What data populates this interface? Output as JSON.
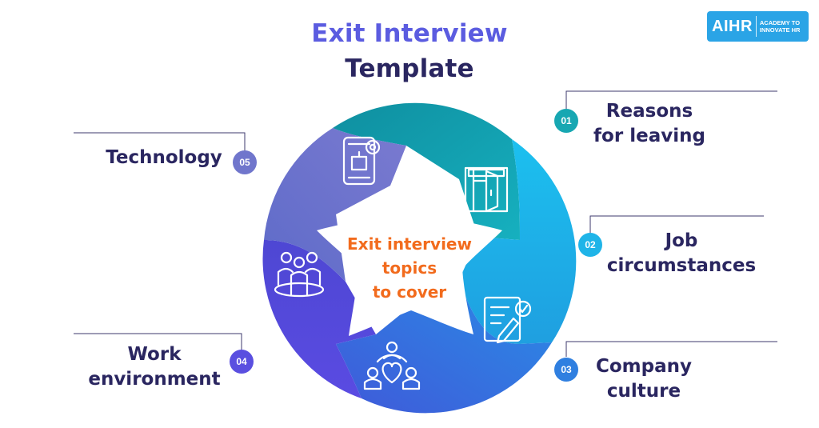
{
  "title": {
    "line1": "Exit Interview",
    "line2": "Template"
  },
  "logo": {
    "mark": "AIHR",
    "tagline": "ACADEMY TO\nINNOVATE HR"
  },
  "center": {
    "text": "Exit interview\ntopics\nto cover"
  },
  "topics": [
    {
      "number": "01",
      "label": "Reasons\nfor leaving",
      "icon": "door-icon"
    },
    {
      "number": "02",
      "label": "Job\ncircumstances",
      "icon": "checklist-icon"
    },
    {
      "number": "03",
      "label": "Company\nculture",
      "icon": "team-heart-icon"
    },
    {
      "number": "04",
      "label": "Work\nenvironment",
      "icon": "team-icon"
    },
    {
      "number": "05",
      "label": "Technology",
      "icon": "mobile-settings-icon"
    }
  ],
  "colors": {
    "title_accent": "#5b5ce0",
    "title_dark": "#2a2660",
    "center_text": "#f26b1d",
    "segment_1": "#12a4b0",
    "segment_2": "#1fb4e8",
    "segment_3": "#3570e0",
    "segment_4": "#5a4fe0",
    "segment_5": "#6a73c8",
    "logo": "#2aa4e6"
  }
}
